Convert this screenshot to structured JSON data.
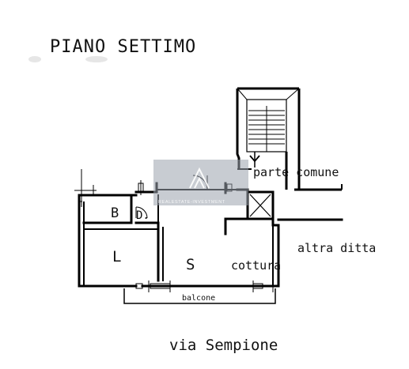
{
  "plan": {
    "title": "PIANO SETTIMO",
    "rooms": {
      "bathroom": "B",
      "storage": "D.",
      "bedroom": "L",
      "living": "S",
      "kitchen": "cottura"
    },
    "labels": {
      "common_area": "parte comune",
      "other_company": "altra ditta",
      "balcony": "balcone",
      "street": "via Sempione"
    },
    "watermark_text": "REALESTATE-INVESTMENT"
  }
}
